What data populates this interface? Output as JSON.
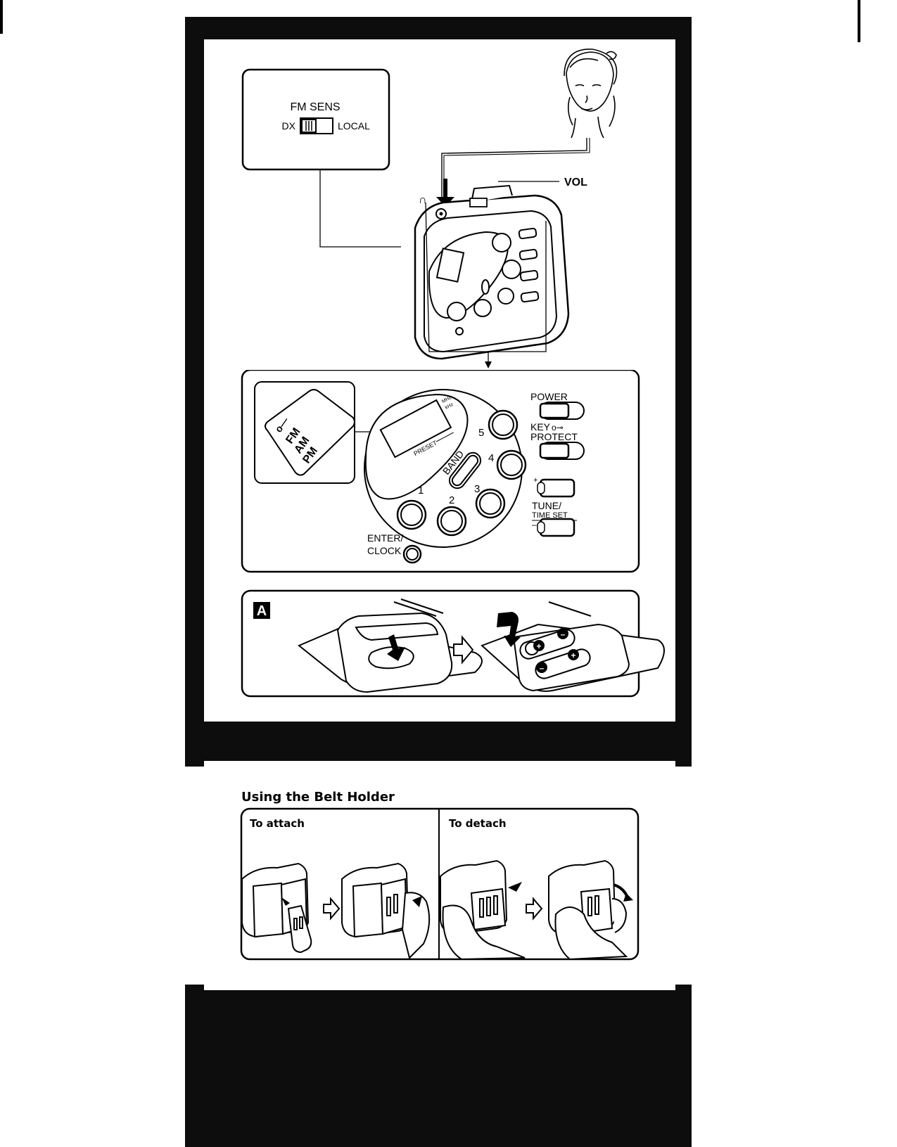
{
  "diagram_top": {
    "fm_sens_title": "FM SENS",
    "dx_label": "DX",
    "local_label": "LOCAL",
    "headphone_symbol": "∩",
    "vol_label": "VOL"
  },
  "control_panel": {
    "key_symbol": "o—",
    "band_list": [
      "FM",
      "AM",
      "PM"
    ],
    "display_units": [
      "MHz",
      "kHz"
    ],
    "preset_label": "PRESET",
    "band_button_label": "BAND",
    "preset_numbers": [
      "1",
      "2",
      "3",
      "4",
      "5"
    ],
    "enter_clock_label_1": "ENTER/",
    "enter_clock_label_2": "CLOCK",
    "power_label": "POWER",
    "key_protect_label_1": "KEY",
    "key_protect_label_2": "PROTECT",
    "tune_plus": "+",
    "tune_label_1": "TUNE/",
    "tune_label_2": "TIME SET",
    "tune_minus": "–"
  },
  "battery_panel": {
    "marker": "A"
  },
  "belt_holder": {
    "title": "Using the Belt Holder",
    "attach_label": "To attach",
    "detach_label": "To detach"
  }
}
